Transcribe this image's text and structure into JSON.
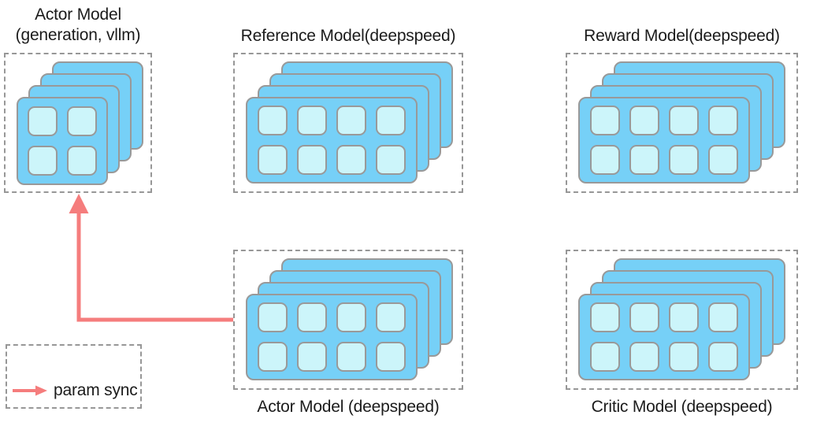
{
  "models": [
    {
      "id": "actor-generation",
      "title": "Actor Model",
      "subtitle": "(generation, vllm)",
      "label_position": "top",
      "card_size": "small",
      "stack_layers": 4,
      "gpu_cols": 2,
      "gpu_rows": 2
    },
    {
      "id": "reference",
      "title": "Reference Model(deepspeed)",
      "label_position": "top",
      "card_size": "wide",
      "stack_layers": 4,
      "gpu_cols": 4,
      "gpu_rows": 2
    },
    {
      "id": "reward",
      "title": "Reward Model(deepspeed)",
      "label_position": "top",
      "card_size": "wide",
      "stack_layers": 4,
      "gpu_cols": 4,
      "gpu_rows": 2
    },
    {
      "id": "actor-deepspeed",
      "title": "Actor Model (deepspeed)",
      "label_position": "bottom",
      "card_size": "wide",
      "stack_layers": 4,
      "gpu_cols": 4,
      "gpu_rows": 2
    },
    {
      "id": "critic",
      "title": "Critic Model (deepspeed)",
      "label_position": "bottom",
      "card_size": "wide",
      "stack_layers": 4,
      "gpu_cols": 4,
      "gpu_rows": 2
    }
  ],
  "legend": {
    "label": "param sync"
  },
  "param_sync_arrow": {
    "from": "actor-deepspeed",
    "to": "actor-generation"
  },
  "colors": {
    "card_fill": "#76d0f7",
    "chip_fill": "#ccf5fa",
    "card_border": "#999999",
    "box_border": "#979797",
    "arrow": "#f57d7d",
    "text": "#1b1b1b"
  }
}
